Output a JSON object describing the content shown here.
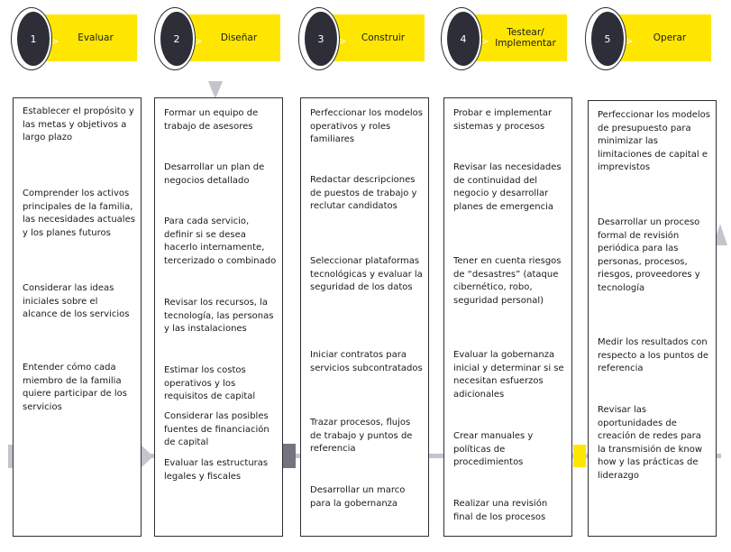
{
  "steps": [
    {
      "number": "1",
      "label": "Evaluar"
    },
    {
      "number": "2",
      "label": "Diseñar"
    },
    {
      "number": "3",
      "label": "Construir"
    },
    {
      "number": "4",
      "label": "Testear/\nImplementar"
    },
    {
      "number": "5",
      "label": "Operar"
    }
  ],
  "arrow_glyph": ">",
  "columns": [
    {
      "items": [
        "Establecer el propósito y las metas y objetivos a largo plazo",
        "Comprender los activos principales de la familia, las necesidades actuales y los planes futuros",
        "Considerar las ideas iniciales sobre el alcance de los servicios",
        "Entender cómo cada miembro de la familia quiere participar de los servicios"
      ]
    },
    {
      "items": [
        "Formar un equipo de trabajo de asesores",
        "Desarrollar un plan de negocios detallado",
        "Para cada servicio, definir si se desea hacerlo internamente, tercerizado o combinado",
        "Revisar los recursos, la tecnología, las personas y las instalaciones",
        "Estimar los costos operativos y los requisitos de capital",
        "Considerar las posibles fuentes de financiación de capital",
        "Evaluar las estructuras legales y fiscales"
      ]
    },
    {
      "items": [
        "Perfeccionar los modelos operativos y roles familiares",
        "Redactar descripciones de puestos de trabajo y reclutar candidatos",
        "Seleccionar plataformas tecnológicas y evaluar la seguridad de los datos",
        "Iniciar contratos para servicios subcontratados",
        "Trazar procesos, flujos de trabajo y puntos de referencia",
        "Desarrollar un marco para la gobernanza"
      ]
    },
    {
      "items": [
        "Probar e implementar sistemas y procesos",
        "Revisar las necesidades de continuidad del negocio y desarrollar planes de emergencia",
        "Tener en cuenta riesgos de “desastres” (ataque cibernético, robo, seguridad personal)",
        "Evaluar la gobernanza inicial y determinar si se necesitan esfuerzos adicionales",
        "Crear manuales y políticas de procedimientos",
        "Realizar una revisión final de los procesos"
      ]
    },
    {
      "items": [
        "Perfeccionar los modelos de presupuesto para minimizar las limitaciones de capital e imprevistos",
        "Desarrollar un proceso formal de revisión periódica para las personas, procesos, riesgos, proveedores y tecnología",
        "Medir los resultados con respecto a los puntos de referencia",
        "Revisar las oportunidades de creación de redes para la transmisión de know how y las prácticas de liderazgo"
      ]
    }
  ],
  "colors": {
    "accent_yellow": "#ffe600",
    "dark": "#2e2e38",
    "flow_gray": "#c4c4cd",
    "mid_gray": "#747480"
  }
}
